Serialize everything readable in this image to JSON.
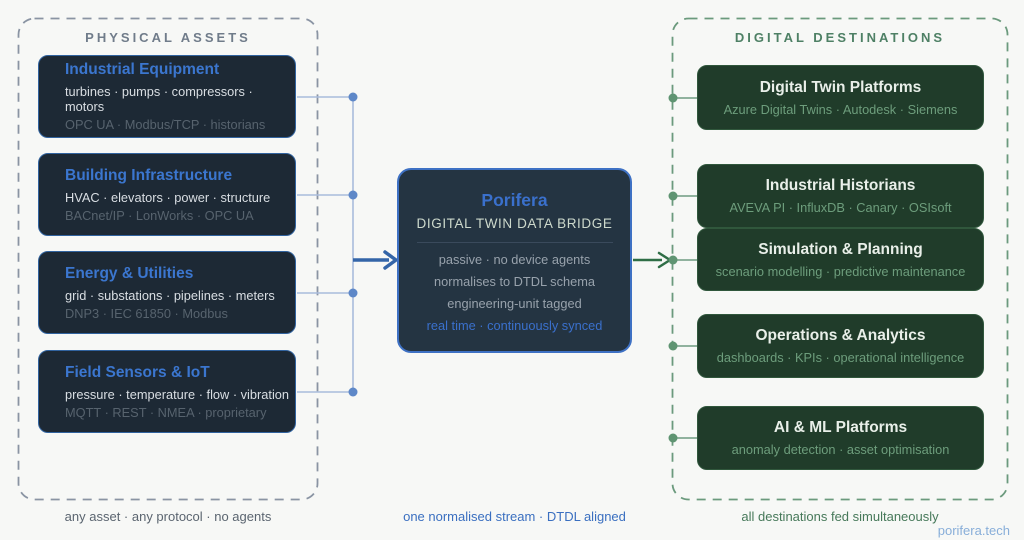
{
  "physical_assets": {
    "title": "PHYSICAL ASSETS",
    "footer": "any asset · any protocol · no agents",
    "boxes": [
      {
        "title": "Industrial Equipment",
        "line1": "turbines · pumps · compressors · motors",
        "line2": "OPC UA · Modbus/TCP · historians"
      },
      {
        "title": "Building Infrastructure",
        "line1": "HVAC · elevators · power · structure",
        "line2": "BACnet/IP · LonWorks · OPC UA"
      },
      {
        "title": "Energy & Utilities",
        "line1": "grid · substations · pipelines · meters",
        "line2": "DNP3 · IEC 61850 · Modbus"
      },
      {
        "title": "Field Sensors & IoT",
        "line1": "pressure · temperature · flow · vibration",
        "line2": "MQTT · REST · NMEA · proprietary"
      }
    ]
  },
  "bridge": {
    "name": "Porifera",
    "subtitle": "DIGITAL TWIN DATA BRIDGE",
    "line1": "passive · no device agents",
    "line2": "normalises to DTDL schema",
    "line3": "engineering-unit tagged",
    "highlight": "real time · continuously synced",
    "footer": "one normalised stream · DTDL aligned"
  },
  "digital_destinations": {
    "title": "DIGITAL DESTINATIONS",
    "footer": "all destinations fed simultaneously",
    "boxes": [
      {
        "title": "Digital Twin Platforms",
        "subtitle": "Azure Digital Twins · Autodesk · Siemens"
      },
      {
        "title": "Industrial Historians",
        "subtitle": "AVEVA PI · InfluxDB · Canary · OSIsoft"
      },
      {
        "title": "Simulation & Planning",
        "subtitle": "scenario modelling · predictive maintenance"
      },
      {
        "title": "Operations & Analytics",
        "subtitle": "dashboards · KPIs · operational intelligence"
      },
      {
        "title": "AI & ML Platforms",
        "subtitle": "anomaly detection · asset optimisation"
      }
    ]
  },
  "branding": {
    "website": "porifera.tech"
  },
  "colors": {
    "background": "#f7f8f6",
    "asset_node_fill": "#1d2935",
    "asset_node_border": "#31639f",
    "asset_accent_blue": "#3b76cf",
    "bridge_fill": "#243442",
    "bridge_border": "#3e71c4",
    "destination_fill": "#203c2a",
    "destination_border": "#30573c",
    "destination_green": "#6d9d7c",
    "left_dashed_border": "#8a94a3",
    "right_dashed_border": "#6b9a7d",
    "blue_connector": "#a9bcdc",
    "blue_dot": "#5e88c8",
    "blue_arrow": "#3465a8",
    "green_connector": "#6f9b80",
    "green_arrow": "#2f6e46"
  }
}
